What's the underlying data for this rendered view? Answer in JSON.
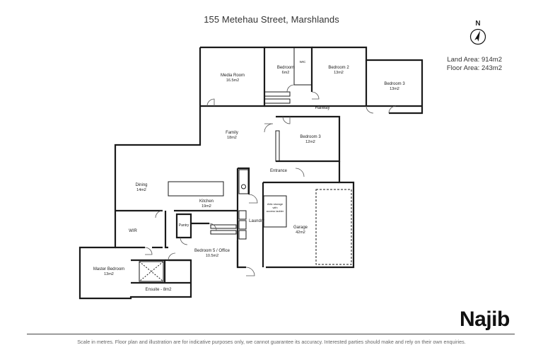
{
  "header": {
    "title": "155 Metehau Street, Marshlands"
  },
  "compass": {
    "label": "N",
    "icon": "north-arrow-icon"
  },
  "areas": {
    "land": "Land Area: 914m2",
    "floor": "Floor Area: 243m2"
  },
  "rooms": [
    {
      "name": "Media Room",
      "area": "16.5m2"
    },
    {
      "name": "Bedroom",
      "area": "6m2"
    },
    {
      "name": "Bedroom 2",
      "area": "13m2"
    },
    {
      "name": "Bedroom 3",
      "area": "13m2"
    },
    {
      "name": "Hallway",
      "area": ""
    },
    {
      "name": "Family",
      "area": "18m2"
    },
    {
      "name": "Bedroom 3",
      "area": "12m2"
    },
    {
      "name": "Entrance",
      "area": ""
    },
    {
      "name": "Dining",
      "area": "14m2"
    },
    {
      "name": "Kitchen",
      "area": "19m2"
    },
    {
      "name": "Laundry",
      "area": ""
    },
    {
      "name": "Garage",
      "area": "42m2"
    },
    {
      "name": "WIR",
      "area": ""
    },
    {
      "name": "Pantry",
      "area": ""
    },
    {
      "name": "Bedroom 5 / Office",
      "area": "10.5m2"
    },
    {
      "name": "Master Bedroom",
      "area": "13m2"
    },
    {
      "name": "Ensuite - 8m2",
      "area": ""
    }
  ],
  "annotations": {
    "wic": "WIC",
    "storage_line1": "Attic storage",
    "storage_line2": "with",
    "storage_line3": "access ladder"
  },
  "brand": {
    "name": "Najib"
  },
  "footer": {
    "disclaimer": "Scale in metres. Floor plan and illustration are for indicative purposes only, we cannot guarantee its accuracy. Interested parties should make and rely on their own enquiries."
  },
  "colors": {
    "wall": "#1a1a1a",
    "text": "#222222"
  }
}
